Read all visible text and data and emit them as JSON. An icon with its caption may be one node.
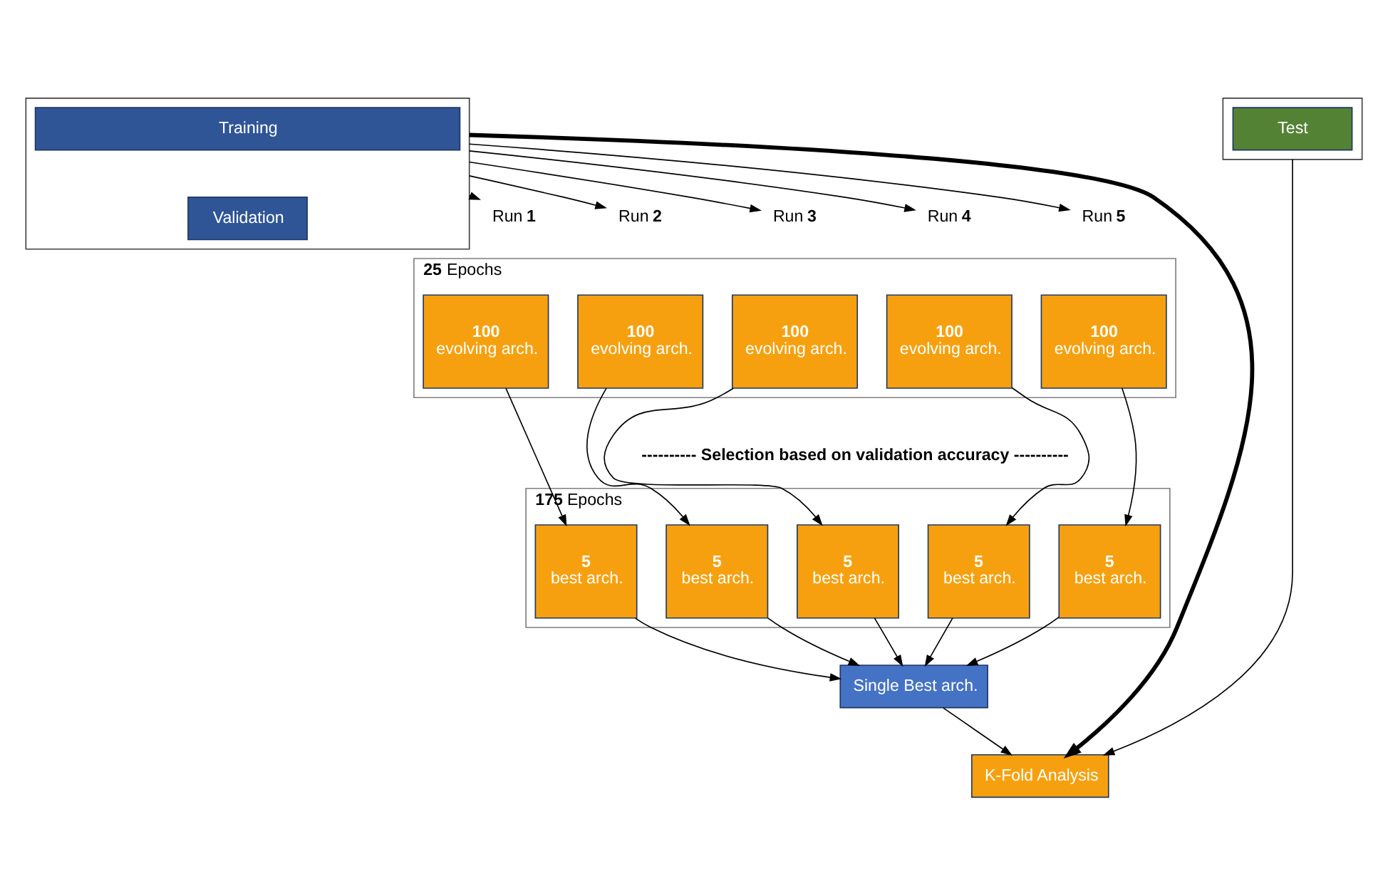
{
  "diagram": {
    "nodes": [
      {
        "text": [],
        "shape": "box"
      },
      {
        "text": [
          "Training"
        ],
        "in": 0
      },
      {
        "text": [
          "Validation"
        ],
        "in": 0
      },
      {
        "text": [],
        "shape": "box"
      },
      {
        "text": [
          "Test"
        ],
        "in": 3
      },
      {
        "text": [
          "Run **1**"
        ]
      },
      {
        "text": [
          "Run **2**"
        ]
      },
      {
        "text": [
          "Run **3**"
        ]
      },
      {
        "text": [
          "Run **4**"
        ]
      },
      {
        "text": [
          "Run **5**"
        ]
      },
      {
        "text": [
          "**25** Epochs"
        ]
      },
      {
        "text": [
          "**100** evolving arch."
        ],
        "in": 10
      },
      {
        "text": [
          "**100** evolving arch."
        ],
        "in": 10
      },
      {
        "text": [
          "**100** evolving arch."
        ],
        "in": 10
      },
      {
        "text": [
          "**100** evolving arch."
        ],
        "in": 10
      },
      {
        "text": [
          "**100** evolving arch."
        ],
        "in": 10
      },
      {
        "text": [
          "**175** Epochs"
        ]
      },
      {
        "text": [
          "**5** best arch."
        ],
        "in": 16
      },
      {
        "text": [
          "**5** best arch."
        ],
        "in": 16
      },
      {
        "text": [
          "**5** best arch."
        ],
        "in": 16
      },
      {
        "text": [
          "**5** best arch."
        ],
        "in": 16
      },
      {
        "text": [
          "**5** best arch."
        ],
        "in": 16
      },
      {
        "text": [
          "Single Best arch."
        ]
      },
      {
        "text": [
          "K-Fold Analysis"
        ]
      }
    ],
    "edges": [
      {
        "from": 0,
        "to": 5,
        "arrow": "to"
      },
      {
        "from": 0,
        "to": 6,
        "arrow": "to"
      },
      {
        "from": 0,
        "to": 7,
        "arrow": "to"
      },
      {
        "from": 0,
        "to": 8,
        "arrow": "to"
      },
      {
        "from": 0,
        "to": 9,
        "arrow": "to"
      },
      {
        "from": 0,
        "to": 23,
        "arrow": "to",
        "style": "thick"
      },
      {
        "from": 3,
        "to": 23,
        "arrow": "to"
      },
      {
        "from": 11,
        "to": 17,
        "arrow": "to"
      },
      {
        "from": 12,
        "to": 18,
        "arrow": "to"
      },
      {
        "from": 13,
        "to": 19,
        "arrow": "to"
      },
      {
        "from": 14,
        "to": 20,
        "arrow": "to"
      },
      {
        "from": 15,
        "to": 21,
        "arrow": "to"
      },
      {
        "from": 17,
        "to": 22,
        "arrow": "to"
      },
      {
        "from": 18,
        "to": 22,
        "arrow": "to"
      },
      {
        "from": 19,
        "to": 22,
        "arrow": "to"
      },
      {
        "from": 20,
        "to": 22,
        "arrow": "to"
      },
      {
        "from": 21,
        "to": 22,
        "arrow": "to"
      },
      {
        "from": 22,
        "to": 23,
        "arrow": "to"
      }
    ],
    "labels": [
      "---------- Selection based on validation accuracy ----------"
    ]
  }
}
